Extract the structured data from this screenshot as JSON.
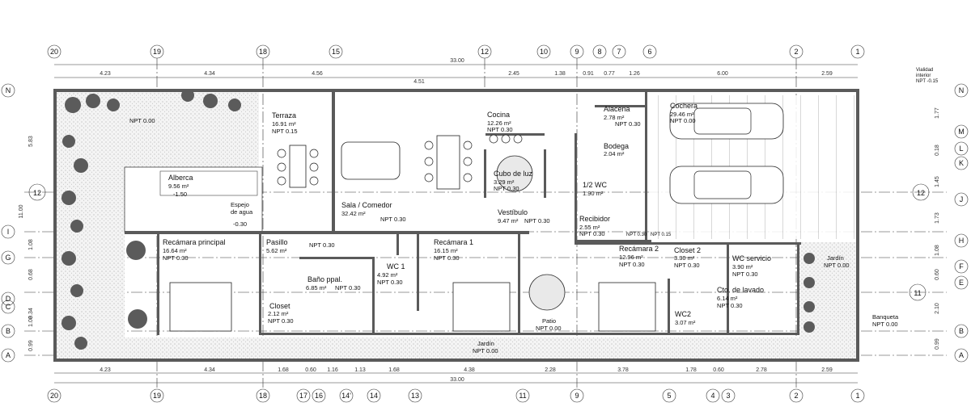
{
  "grid_top": [
    "20",
    "19",
    "18",
    "15",
    "12",
    "10",
    "9",
    "8",
    "7",
    "6",
    "2",
    "1"
  ],
  "grid_bottom": [
    "20",
    "19",
    "18",
    "17",
    "16",
    "14'",
    "14",
    "13",
    "11",
    "9",
    "5",
    "4",
    "3",
    "2",
    "1"
  ],
  "grid_left": [
    "N",
    "12",
    "I",
    "G",
    "D",
    "C",
    "B",
    "A"
  ],
  "grid_right": [
    "N",
    "M",
    "L",
    "K",
    "12",
    "J",
    "H",
    "F",
    "E",
    "11",
    "B",
    "A"
  ],
  "dims_top_total": "33.00",
  "dims_top": [
    "4.23",
    "4.34",
    "4.56",
    "2.45",
    "1.38",
    "0.91",
    "0.77",
    "1.26",
    "6.00",
    "2.59"
  ],
  "dim_top_sub": "4.51",
  "dims_bottom_total": "33.00",
  "dims_bottom": [
    "4.23",
    "4.34",
    "1.68",
    "0.60",
    "1.16",
    "1.13",
    "1.68",
    "4.38",
    "2.28",
    "3.78",
    "1.78",
    "0.60",
    "2.78",
    "2.59"
  ],
  "dims_left": [
    "5.83",
    "11.00",
    "1.08",
    "0.68",
    "0.34",
    "1.08",
    "0.99"
  ],
  "dims_right": [
    "1.77",
    "0.18",
    "1.45",
    "1.73",
    "1.08",
    "0.60",
    "2.10",
    "0.99"
  ],
  "vialidad": {
    "line1": "Vialidad",
    "line2": "interior",
    "line3": "NPT -0.15"
  },
  "rooms": [
    {
      "name": "Terraza",
      "area": "16.91 m²",
      "npt": "NPT 0.15"
    },
    {
      "name": "Alberca",
      "area": "9.56 m²",
      "npt": "-1.50"
    },
    {
      "name": "Espejo",
      "area": "de agua",
      "npt": "-0.30"
    },
    {
      "name": "Sala / Comedor",
      "area": "32.42 m²",
      "npt": "NPT 0.30"
    },
    {
      "name": "Cocina",
      "area": "12.26 m²",
      "npt": "NPT 0.30"
    },
    {
      "name": "Cubo de luz",
      "area": "3.29 m²",
      "npt": "NPT 0.30"
    },
    {
      "name": "Alacena",
      "area": "2.78 m²",
      "npt": "NPT 0.30"
    },
    {
      "name": "Bodega",
      "area": "2.04 m²",
      "npt": ""
    },
    {
      "name": "1/2 WC",
      "area": "1.90 m²",
      "npt": ""
    },
    {
      "name": "Cochera",
      "area": "29.46 m²",
      "npt": "NPT 0.00"
    },
    {
      "name": "Vestíbulo",
      "area": "9.47 m²",
      "npt": "NPT 0.30"
    },
    {
      "name": "Recibidor",
      "area": "2.55 m²",
      "npt": "NPT 0.30"
    },
    {
      "name": "Recámara principal",
      "area": "16.64 m²",
      "npt": "NPT 0.30"
    },
    {
      "name": "Pasillo",
      "area": "5.62 m²",
      "npt": "NPT 0.30"
    },
    {
      "name": "Baño ppal.",
      "area": "6.85 m²",
      "npt": "NPT 0.30"
    },
    {
      "name": "Closet",
      "area": "2.12 m²",
      "npt": "NPT 0.30"
    },
    {
      "name": "WC 1",
      "area": "4.92 m²",
      "npt": "NPT 0.30"
    },
    {
      "name": "Recámara 1",
      "area": "16.15 m²",
      "npt": "NPT 0.30"
    },
    {
      "name": "Patio",
      "area": "",
      "npt": "NPT 0.00"
    },
    {
      "name": "Recámara 2",
      "area": "12.96 m²",
      "npt": "NPT 0.30"
    },
    {
      "name": "Closet 2",
      "area": "3.30 m²",
      "npt": "NPT 0.30"
    },
    {
      "name": "WC servicio",
      "area": "3.90 m²",
      "npt": "NPT 0.30"
    },
    {
      "name": "Cto. de lavado",
      "area": "6.14 m²",
      "npt": "NPT 0.30"
    },
    {
      "name": "WC2",
      "area": "3.07 m²",
      "npt": ""
    },
    {
      "name": "Jardín",
      "area": "",
      "npt": "NPT 0.00"
    },
    {
      "name": "Jardín",
      "area": "",
      "npt": "NPT 0.00"
    },
    {
      "name": "Banqueta",
      "area": "",
      "npt": "NPT 0.00"
    }
  ],
  "npt_labels": [
    "NPT 0.00",
    "NPT 0.30",
    "NPT 0.30",
    "NPT 0.15"
  ]
}
